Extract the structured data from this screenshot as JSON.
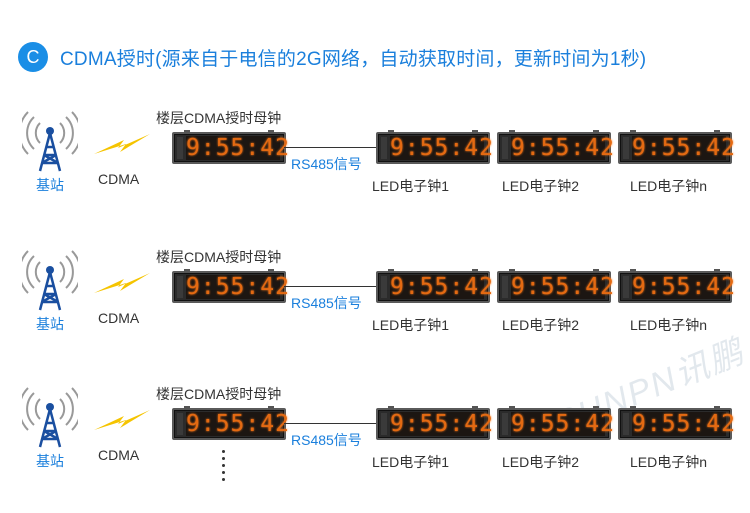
{
  "header": {
    "badge": "C",
    "title": "CDMA授时(源来自于电信的2G网络，自动获取时间，更新时间为1秒)"
  },
  "rows": [
    {
      "station": "基站",
      "cdma": "CDMA",
      "master": "楼层CDMA授时母钟",
      "master_time": "9:55:42",
      "signal": "RS485信号",
      "clocks": [
        {
          "time": "9:55:42",
          "label": "LED电子钟1"
        },
        {
          "time": "9:55:42",
          "label": "LED电子钟2"
        },
        {
          "time": "9:55:42",
          "label": "LED电子钟n"
        }
      ]
    },
    {
      "station": "基站",
      "cdma": "CDMA",
      "master": "楼层CDMA授时母钟",
      "master_time": "9:55:42",
      "signal": "RS485信号",
      "clocks": [
        {
          "time": "9:55:42",
          "label": "LED电子钟1"
        },
        {
          "time": "9:55:42",
          "label": "LED电子钟2"
        },
        {
          "time": "9:55:42",
          "label": "LED电子钟n"
        }
      ]
    },
    {
      "station": "基站",
      "cdma": "CDMA",
      "master": "楼层CDMA授时母钟",
      "master_time": "9:55:42",
      "signal": "RS485信号",
      "clocks": [
        {
          "time": "9:55:42",
          "label": "LED电子钟1"
        },
        {
          "time": "9:55:42",
          "label": "LED电子钟2"
        },
        {
          "time": "9:55:42",
          "label": "LED电子钟n"
        }
      ]
    }
  ],
  "watermark": "SUNPN讯鹏",
  "colors": {
    "accent": "#1a7fdc",
    "led": "#e46a12",
    "bolt": "#f5c400"
  }
}
